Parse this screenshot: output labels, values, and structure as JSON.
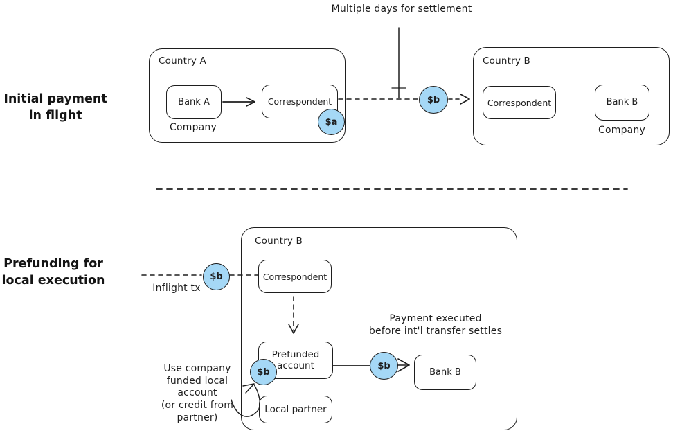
{
  "colors": {
    "stroke": "#1e1e1e",
    "bubble_fill": "#a5d8f6",
    "background": "#ffffff"
  },
  "top_section": {
    "side_label": "Initial payment\nin flight",
    "settlement_note": "Multiple days for settlement",
    "country_a": {
      "title": "Country A",
      "bank_label": "Bank A",
      "company_caption": "Company",
      "correspondent_label": "Correspondent",
      "amount_bubble": "$a"
    },
    "flow_bubble": "$b",
    "country_b": {
      "title": "Country B",
      "correspondent_label": "Correspondent",
      "bank_label": "Bank B",
      "company_caption": "Company"
    }
  },
  "bottom_section": {
    "side_label": "Prefunding for\nlocal execution",
    "inflight_caption": "Inflight tx",
    "inflight_bubble": "$b",
    "funding_note": "Use company\nfunded local\naccount\n(or credit from\npartner)",
    "country_b": {
      "title": "Country B",
      "correspondent_label": "Correspondent",
      "prefunded_label": "Prefunded\naccount",
      "prefund_bubble": "$b",
      "execution_note": "Payment executed\nbefore int'l transfer settles",
      "transfer_bubble": "$b",
      "bank_label": "Bank B",
      "local_partner_label": "Local partner"
    }
  }
}
